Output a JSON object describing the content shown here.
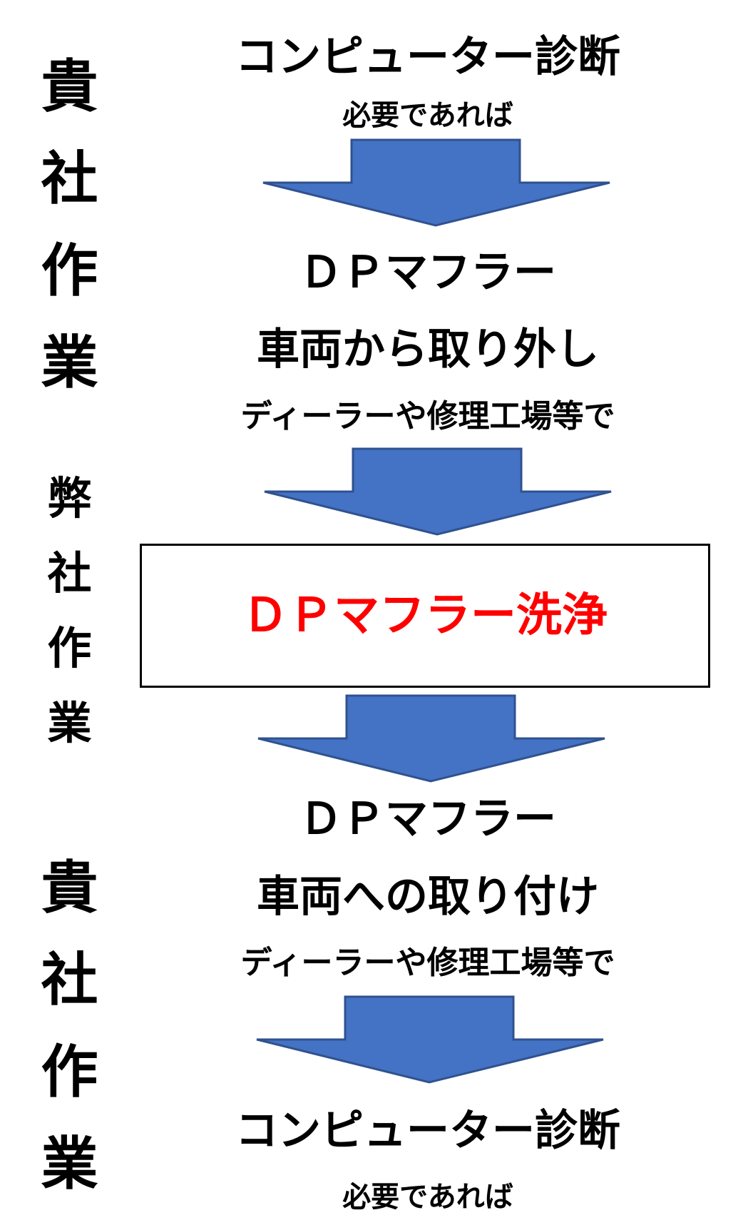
{
  "colors": {
    "arrow_fill": "#4472c4",
    "arrow_stroke": "#2f528f",
    "highlight_text": "#ff0000",
    "text": "#000000",
    "box_border": "#000000"
  },
  "side_labels": {
    "client_top": [
      "貴",
      "社",
      "作",
      "業"
    ],
    "our_company": [
      "弊",
      "社",
      "作",
      "業"
    ],
    "client_bottom": [
      "貴",
      "社",
      "作",
      "業"
    ]
  },
  "steps": {
    "diagnosis_1": {
      "title": "コンピューター診断",
      "note": "必要であれば"
    },
    "removal": {
      "title_line1": "ＤＰマフラー",
      "title_line2": "車両から取り外し",
      "note": "ディーラーや修理工場等で"
    },
    "cleaning": {
      "title": "ＤＰマフラー洗浄"
    },
    "installation": {
      "title_line1": "ＤＰマフラー",
      "title_line2": "車両への取り付け",
      "note": "ディーラーや修理工場等で"
    },
    "diagnosis_2": {
      "title": "コンピューター診断",
      "note": "必要であれば"
    }
  }
}
